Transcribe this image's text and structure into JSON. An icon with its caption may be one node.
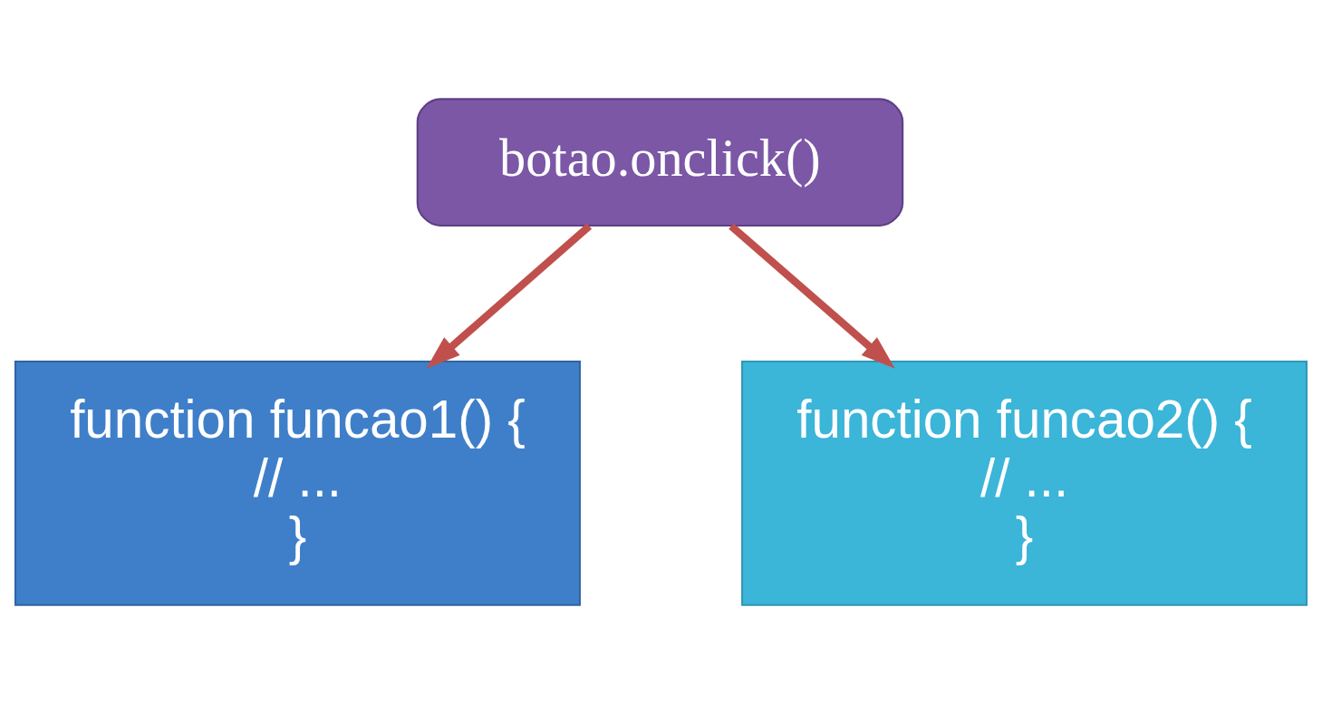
{
  "diagram": {
    "nodes": [
      {
        "text": [
          "botao.onclick()"
        ]
      },
      {
        "text": [
          "function funcao1() {",
          "// ...",
          "}"
        ]
      },
      {
        "text": [
          "function funcao2() {",
          "// ...",
          "}"
        ]
      }
    ],
    "edges": [
      {
        "from": 0,
        "to": 1,
        "arrow": "to"
      },
      {
        "from": 0,
        "to": 2,
        "arrow": "to"
      }
    ]
  }
}
